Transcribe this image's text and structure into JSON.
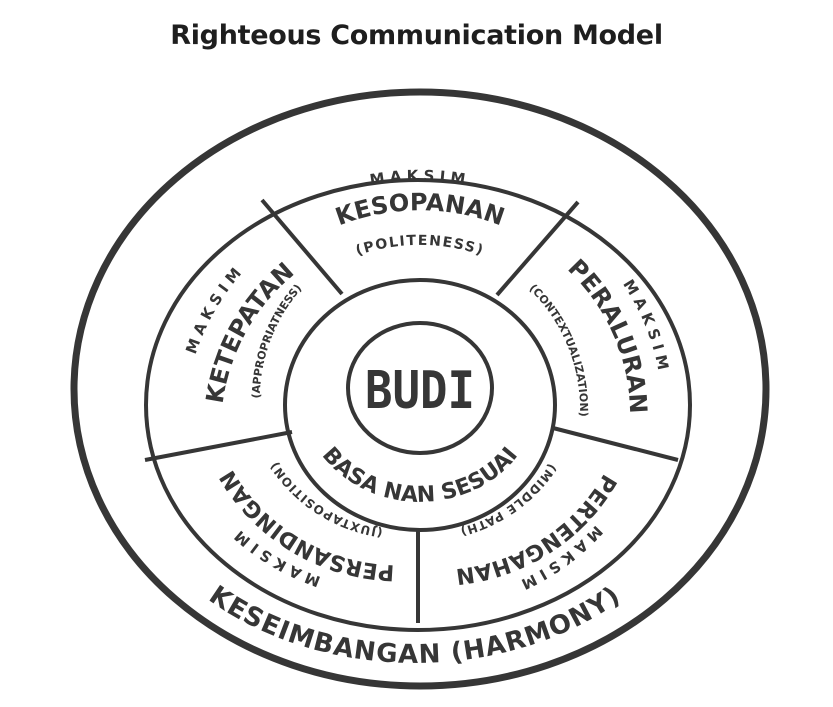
{
  "title": "Righteous Communication Model",
  "colors": {
    "ink": "#363636",
    "background": "#ffffff"
  },
  "core": {
    "label": "BUDI",
    "ring_label": "BASA NAN SESUAI"
  },
  "outer_ring": {
    "label": "KESEIMBANGAN (HARMONY)"
  },
  "segments": [
    {
      "id": "kesopanan",
      "position": "top",
      "prefix": "MAKSIM",
      "name": "KESOPANAN",
      "translation": "(POLITENESS)"
    },
    {
      "id": "peraluran",
      "position": "right",
      "prefix": "MAKSIM",
      "name": "PERALURAN",
      "translation": "(CONTEXTUALIZATION)"
    },
    {
      "id": "pertengahan",
      "position": "bottom-right",
      "prefix": "MAKSIM",
      "name": "PERTENGAHAN",
      "translation": "(MIDDLE PATH)"
    },
    {
      "id": "persandingan",
      "position": "bottom-left",
      "prefix": "MAKSIM",
      "name": "PERSANDINGAN",
      "translation": "(JUXTAPOSITION)"
    },
    {
      "id": "ketepatan",
      "position": "left",
      "prefix": "MAKSIM",
      "name": "KETEPATAN",
      "translation": "(APPROPRIATNESS)"
    }
  ]
}
